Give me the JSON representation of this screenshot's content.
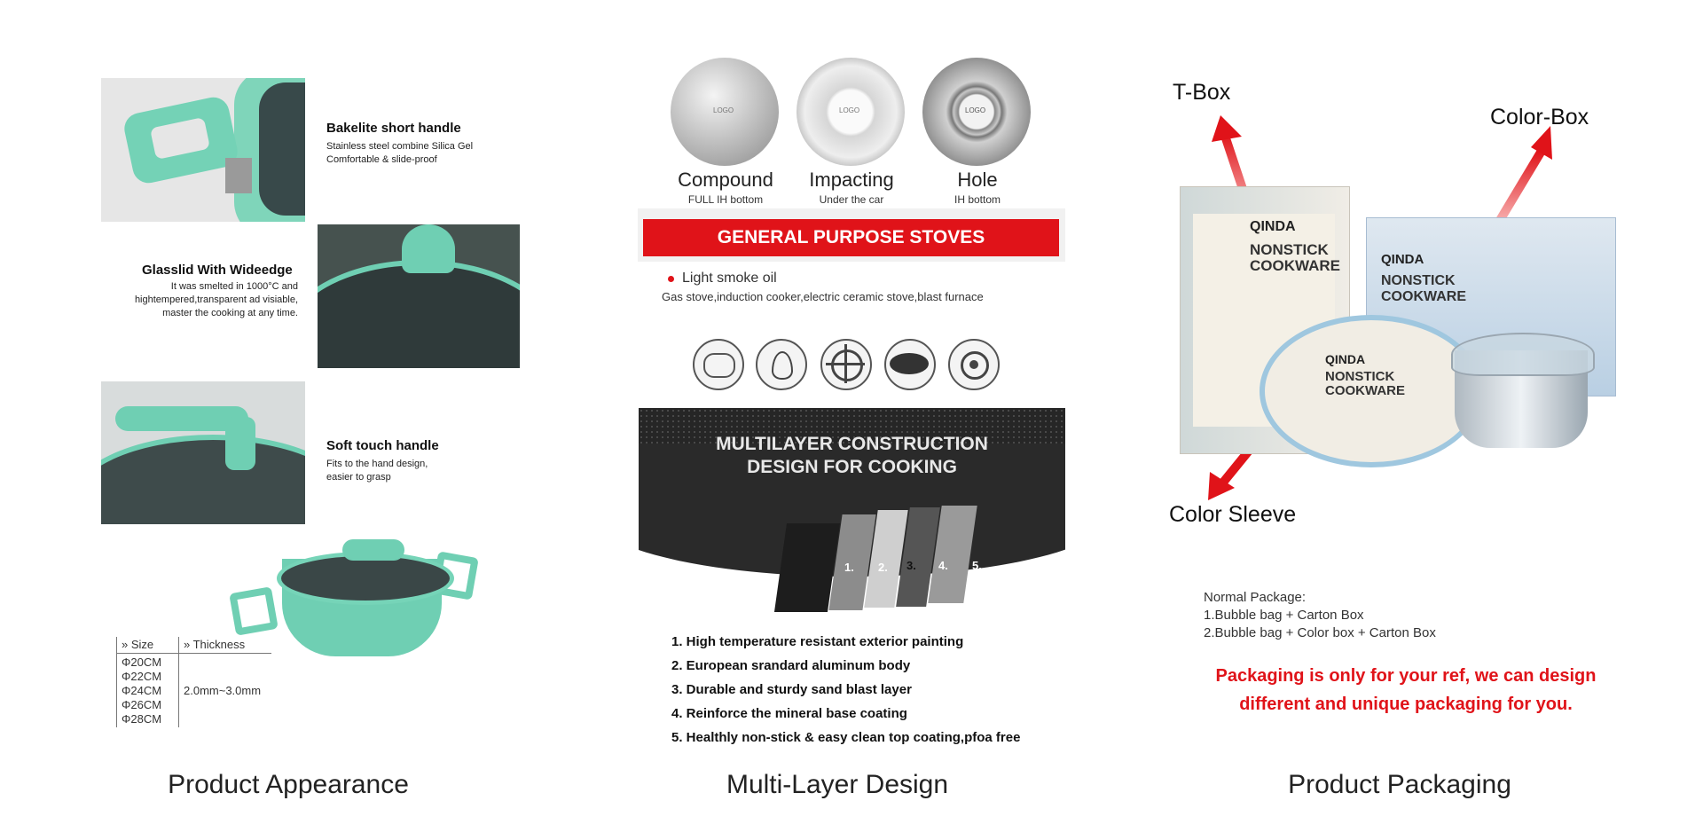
{
  "appearance": {
    "features": [
      {
        "title": "Bakelite short handle",
        "desc": [
          "Stainless steel combine Silica Gel",
          "Comfortable & slide-proof"
        ]
      },
      {
        "title": "Glasslid With Wideedge",
        "desc": [
          "It was smelted in 1000°C and",
          "hightempered,transparent ad visiable,",
          "master the cooking at any time."
        ]
      },
      {
        "title": "Soft touch handle",
        "desc": [
          "Fits to the hand design,",
          "easier to grasp"
        ]
      }
    ],
    "table": {
      "size_header": "Size",
      "thickness_header": "Thickness",
      "sizes": [
        "Φ20CM",
        "Φ22CM",
        "Φ24CM",
        "Φ26CM",
        "Φ28CM"
      ],
      "thickness": "2.0mm~3.0mm"
    },
    "caption": "Product Appearance"
  },
  "multilayer": {
    "bottoms": [
      {
        "name": "Compound",
        "sub": "FULL IH bottom",
        "logo": "LOGO"
      },
      {
        "name": "Impacting",
        "sub": "Under the car",
        "logo": "LOGO"
      },
      {
        "name": "Hole",
        "sub": "IH bottom",
        "logo": "LOGO"
      }
    ],
    "banner": "GENERAL PURPOSE STOVES",
    "bullet": "Light smoke oil",
    "stoves_line": "Gas stove,induction cooker,electric ceramic stove,blast furnace",
    "stove_icons": [
      "induction-coil-icon",
      "flame-icon",
      "gas-burner-icon",
      "ceramic-plate-icon",
      "electric-hob-icon"
    ],
    "pan_heading": [
      "MULTILAYER CONSTRUCTION",
      "DESIGN FOR COOKING"
    ],
    "layer_numbers": [
      "1.",
      "2.",
      "3.",
      "4.",
      "5."
    ],
    "layers": [
      "1. High temperature resistant exterior painting",
      "2. European srandard aluminum body",
      "3. Durable and sturdy sand blast layer",
      "4. Reinforce the mineral base coating",
      "5. Healthly non-stick & easy clean top coating,pfoa free"
    ],
    "caption": "Multi-Layer Design"
  },
  "packaging": {
    "labels": {
      "tbox": "T-Box",
      "colorbox": "Color-Box",
      "sleeve": "Color Sleeve"
    },
    "brand": "QINDA",
    "box_lines": [
      "NONSTICK",
      "COOKWARE"
    ],
    "sleeve_lines": [
      "NONSTICK",
      "COOKWARE"
    ],
    "notes_title": "Normal Package:",
    "notes": [
      "1.Bubble bag + Carton Box",
      "2.Bubble bag + Color box + Carton Box"
    ],
    "red_note": [
      "Packaging is only for your ref, we can design",
      "different and unique packaging for you."
    ],
    "caption": "Product Packaging",
    "colors": {
      "accent_red": "#e01319",
      "teal": "#6fcfb3"
    }
  }
}
